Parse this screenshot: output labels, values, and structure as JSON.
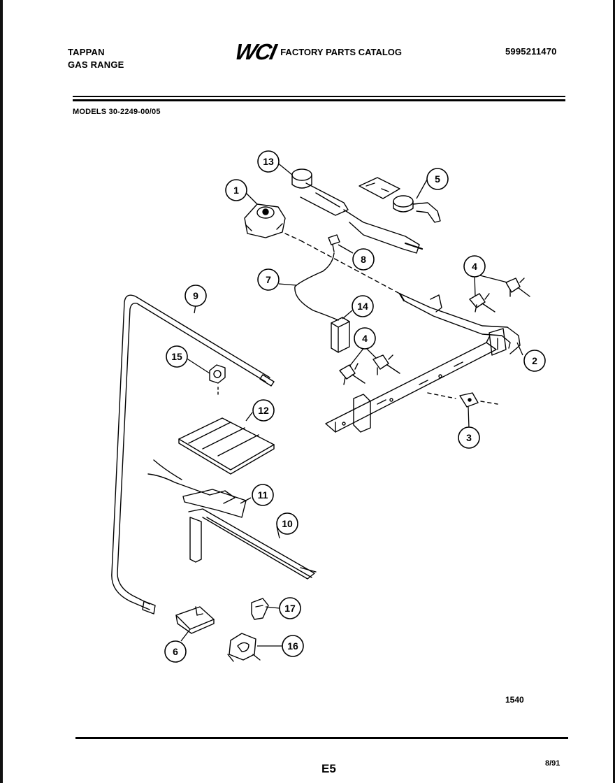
{
  "header": {
    "brand_line1": "TAPPAN",
    "brand_line2": "GAS RANGE",
    "logo": "WCI",
    "catalog_title": "FACTORY PARTS CATALOG",
    "catalog_number": "5995211470",
    "models": "MODELS 30-2249-00/05"
  },
  "diagram": {
    "callouts": [
      "1",
      "2",
      "3",
      "4",
      "4",
      "5",
      "6",
      "7",
      "8",
      "9",
      "10",
      "11",
      "12",
      "13",
      "14",
      "15",
      "16",
      "17"
    ]
  },
  "footer": {
    "figure_number": "1540",
    "page_id": "E5",
    "date": "8/91"
  }
}
